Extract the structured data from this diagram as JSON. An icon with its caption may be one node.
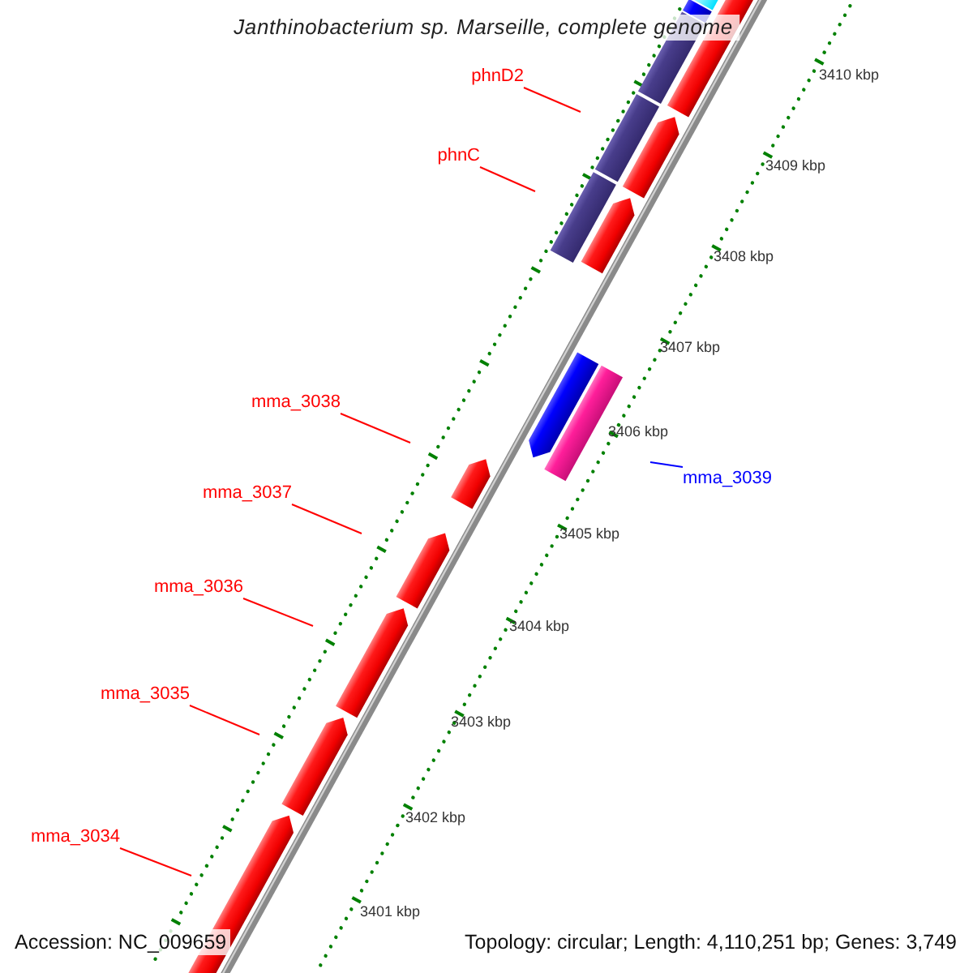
{
  "diagram": {
    "title": "Janthinobacterium sp. Marseille, complete genome",
    "nodes": [
      {
        "text": [
          "phnD2"
        ]
      },
      {
        "text": [
          "phnC"
        ]
      },
      {
        "text": [
          "mma_3038"
        ]
      },
      {
        "text": [
          "mma_3039"
        ]
      },
      {
        "text": [
          "mma_3037"
        ]
      },
      {
        "text": [
          "mma_3036"
        ]
      },
      {
        "text": [
          "mma_3035"
        ]
      },
      {
        "text": [
          "mma_3034"
        ]
      }
    ],
    "edges": [
      {
        "from": 0,
        "to": null,
        "arrow": "none"
      },
      {
        "from": 1,
        "to": null,
        "arrow": "none"
      },
      {
        "from": 2,
        "to": null,
        "arrow": "none"
      },
      {
        "from": 3,
        "to": null,
        "arrow": "none",
        "color": "#0000ff"
      },
      {
        "from": 4,
        "to": null,
        "arrow": "none"
      },
      {
        "from": 5,
        "to": null,
        "arrow": "none"
      },
      {
        "from": 6,
        "to": null,
        "arrow": "none"
      },
      {
        "from": 7,
        "to": null,
        "arrow": "none"
      }
    ],
    "labels": [
      "3410 kbp",
      "3409 kbp",
      "3408 kbp",
      "3407 kbp",
      "3406 kbp",
      "3405 kbp",
      "3404 kbp",
      "3403 kbp",
      "3402 kbp",
      "3401 kbp",
      "Accession: NC_009659",
      "Topology: circular; Length: 4,110,251 bp; Genes: 3,749"
    ]
  }
}
